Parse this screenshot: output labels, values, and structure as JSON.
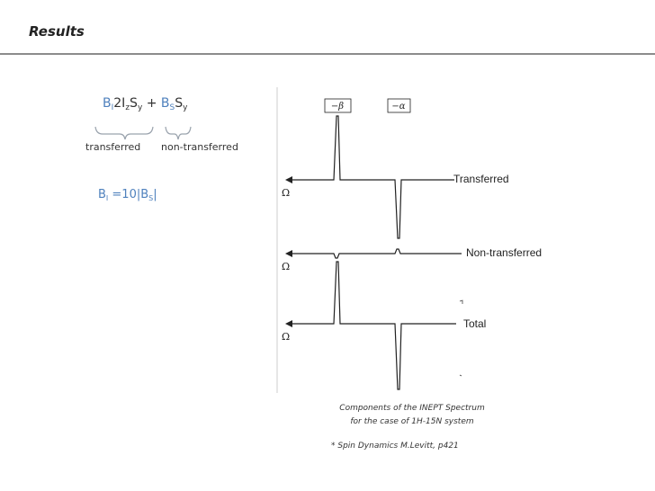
{
  "header": {
    "title": "Results"
  },
  "equation": {
    "b": "B",
    "i": "I",
    "two": "2I",
    "z": "z",
    "s": "S",
    "y": "y",
    "plus": " + "
  },
  "labels": {
    "transferred": "transferred",
    "non_transferred": "non-transferred"
  },
  "ratio": {
    "b": "B",
    "i": "I",
    "mid": " =10|B",
    "s": "S",
    "end": "|"
  },
  "spectrum": {
    "tag_beta": "−β",
    "tag_alpha": "−α",
    "traces": [
      {
        "label": "Transferred",
        "axis": "Ω"
      },
      {
        "label": "Non-transferred",
        "axis": "Ω"
      },
      {
        "label": "Total",
        "axis": "Ω"
      }
    ]
  },
  "caption": {
    "line1": "Components of the INEPT Spectrum",
    "line2": "for the case of 1H-15N system"
  },
  "reference": "* Spin Dynamics M.Levitt, p421"
}
